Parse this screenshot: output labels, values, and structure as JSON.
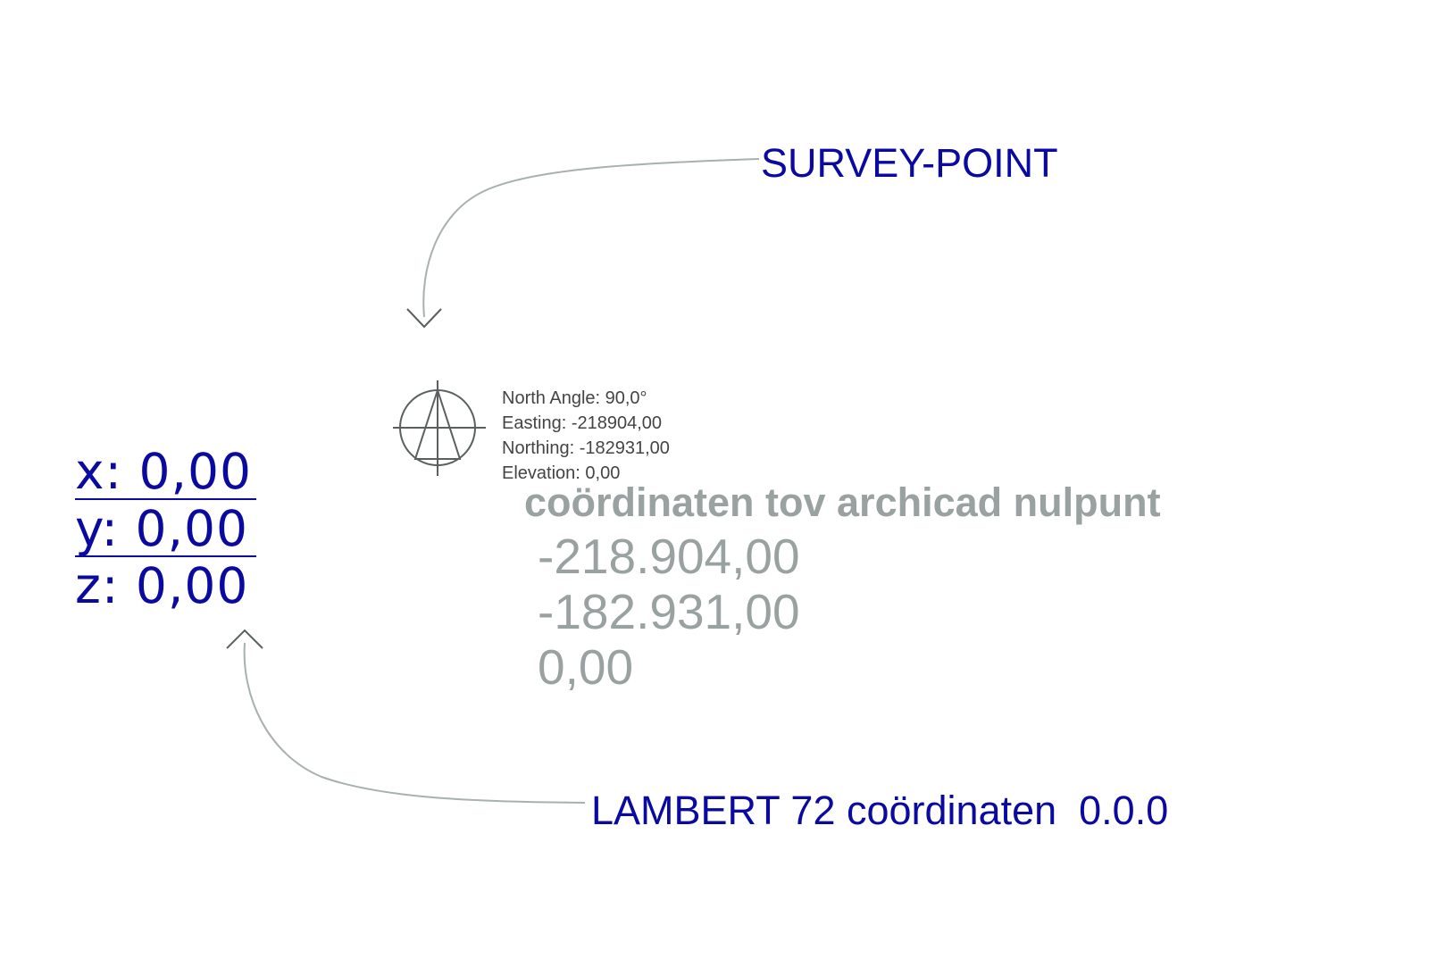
{
  "annotations": {
    "survey_point": "SURVEY-POINT",
    "lambert": "LAMBERT 72 coördinaten  0.0.0"
  },
  "project_origin_coordinates": {
    "x": "x: 0,00",
    "y": "y: 0,00",
    "z": "z: 0,00"
  },
  "survey_point_info": {
    "north_angle": "North Angle: 90,0°",
    "easting": "Easting: -218904,00",
    "northing": "Northing: -182931,00",
    "elevation": "Elevation: 0,00"
  },
  "archicad_coordinates": {
    "title": "coördinaten tov archicad nulpunt",
    "values": [
      "-218.904,00",
      "-182.931,00",
      "0,00"
    ]
  },
  "colors": {
    "annotation_blue": "#0a0aa0",
    "gray_text": "#9aa1a1",
    "arrow_stroke": "#a9b0b0",
    "symbol_stroke": "#5a6060"
  },
  "icons": {
    "survey_symbol": "survey-point-north-icon"
  }
}
